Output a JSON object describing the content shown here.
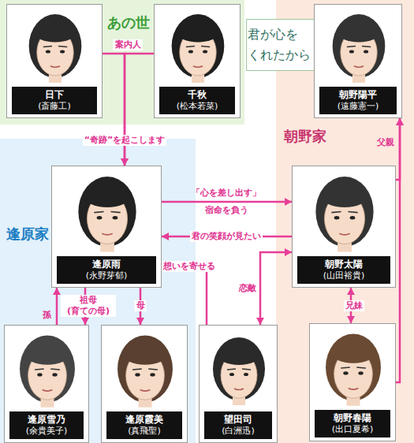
{
  "diagram": {
    "nodes": [
      {
        "text": [
          "あの世"
        ]
      },
      {
        "text": [
          "日下",
          "(斎藤工)"
        ],
        "in": 0
      },
      {
        "text": [
          "千秋",
          "(松本若菜)"
        ],
        "in": 0
      },
      {
        "text": [
          "君が心を くれたから"
        ]
      },
      {
        "text": [
          "朝野家"
        ]
      },
      {
        "text": [
          "朝野陽平",
          "(遠藤憲一)"
        ],
        "in": 4
      },
      {
        "text": [
          "逢原家"
        ]
      },
      {
        "text": [
          "逢原雨",
          "(永野芽郁)"
        ],
        "in": 6
      },
      {
        "text": [
          "朝野太陽",
          "(山田裕貴)"
        ],
        "in": 4
      },
      {
        "text": [
          "逢原雪乃",
          "(余貴美子)"
        ],
        "in": 6
      },
      {
        "text": [
          "逢原霞美",
          "(真飛聖)"
        ],
        "in": 6
      },
      {
        "text": [
          "望田司",
          "(白洲迅)"
        ]
      },
      {
        "text": [
          "朝野春陽",
          "(出口夏希)"
        ],
        "in": 4
      }
    ],
    "edges": [
      {
        "from": 1,
        "to": 7,
        "label": "案内人",
        "arrow": "to"
      },
      {
        "from": 2,
        "to": 7,
        "label": "“奇跡”を起こします",
        "arrow": "to"
      },
      {
        "from": 7,
        "to": 8,
        "label": "「心を差し出す」 宿命を負う",
        "arrow": "to"
      },
      {
        "from": 8,
        "to": 7,
        "label": "君の笑顔が見たい",
        "arrow": "to"
      },
      {
        "from": 9,
        "to": 7,
        "label": "孫",
        "arrow": "to"
      },
      {
        "from": 7,
        "to": 9,
        "label": "祖母 (育ての母)",
        "arrow": "to"
      },
      {
        "from": 7,
        "to": 10,
        "label": "母",
        "arrow": "to"
      },
      {
        "from": 11,
        "to": 7,
        "label": "想いを寄せる",
        "arrow": "to"
      },
      {
        "from": 11,
        "to": 8,
        "label": "恋敵",
        "arrow": "both"
      },
      {
        "from": 8,
        "to": 5,
        "label": "父親",
        "arrow": "to"
      },
      {
        "from": 12,
        "to": 5,
        "arrow": "to"
      },
      {
        "from": 8,
        "to": 12,
        "label": "兄妹",
        "arrow": "both"
      }
    ]
  }
}
